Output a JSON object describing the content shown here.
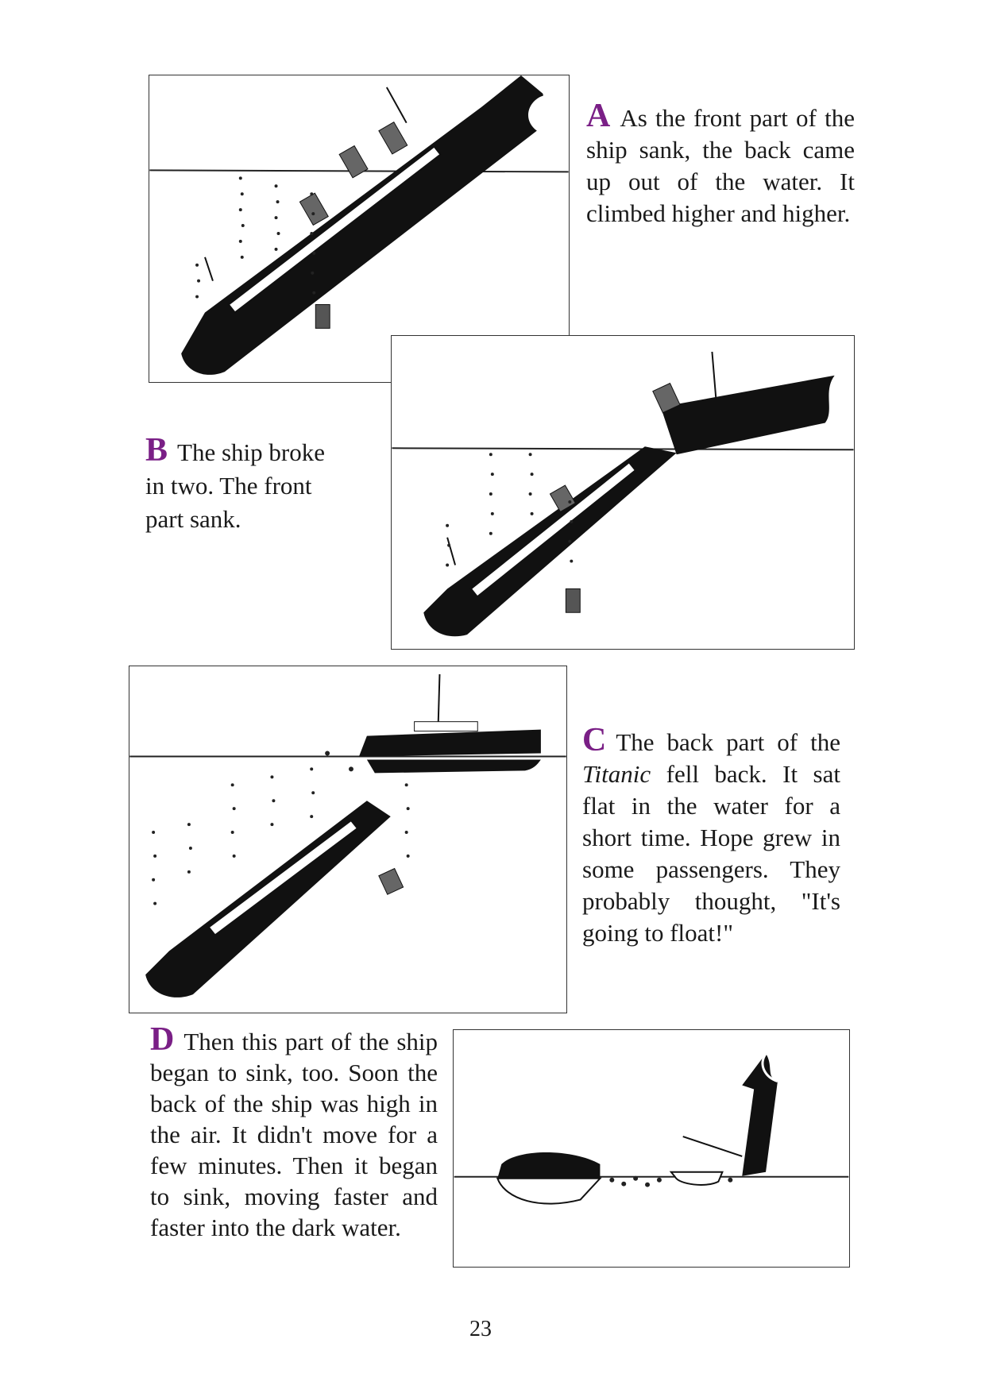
{
  "captions": {
    "a": {
      "letter": "A",
      "text": "As the front part of the ship sank, the back came up out of the water. It climbed higher and higher."
    },
    "b": {
      "letter": "B",
      "line1": "The ship broke",
      "line2": "in two. The front",
      "line3": "part sank."
    },
    "c": {
      "letter": "C",
      "text_before": "The back part of the ",
      "title_italic": "Titanic",
      "text_after": " fell back. It sat flat in the water for a short time. Hope grew in some passengers. They probably thought, \"It's going to float!\""
    },
    "d": {
      "letter": "D",
      "text": "Then this part of the ship began to sink, too. Soon the back of the ship was high in the air. It didn't move for a few minutes. Then it began to sink, moving faster and faster into the dark water."
    }
  },
  "page_number": "23"
}
